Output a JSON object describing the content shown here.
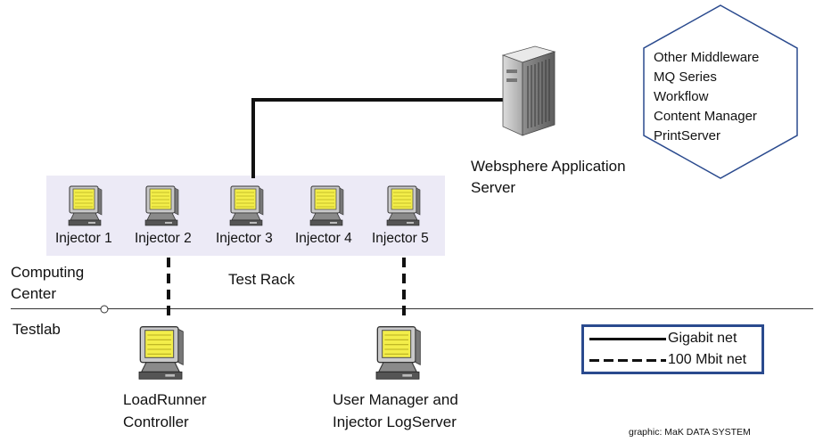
{
  "server": {
    "label_line1": "Websphere Application",
    "label_line2": "Server"
  },
  "middleware": {
    "items": [
      "Other Middleware",
      "MQ Series",
      "Workflow",
      "Content Manager",
      "PrintServer"
    ]
  },
  "rack": {
    "label": "Test Rack",
    "injectors": [
      "Injector 1",
      "Injector 2",
      "Injector 3",
      "Injector 4",
      "Injector 5"
    ]
  },
  "zones": {
    "upper_line1": "Computing",
    "upper_line2": "Center",
    "lower": "Testlab"
  },
  "controller": {
    "line1": "LoadRunner",
    "line2": "Controller"
  },
  "logserver": {
    "line1": "User Manager and",
    "line2": "Injector LogServer"
  },
  "legend": {
    "gigabit": "Gigabit net",
    "mbit": "100 Mbit net"
  },
  "credit": "graphic: MaK DATA SYSTEM",
  "colors": {
    "screen_yellow": "#f3ee4a",
    "rack_bg": "#eceaf6",
    "hexagon_border": "#2a4a8e",
    "legend_border": "#2a4a8e",
    "server_gray": "#9a9a9a"
  }
}
